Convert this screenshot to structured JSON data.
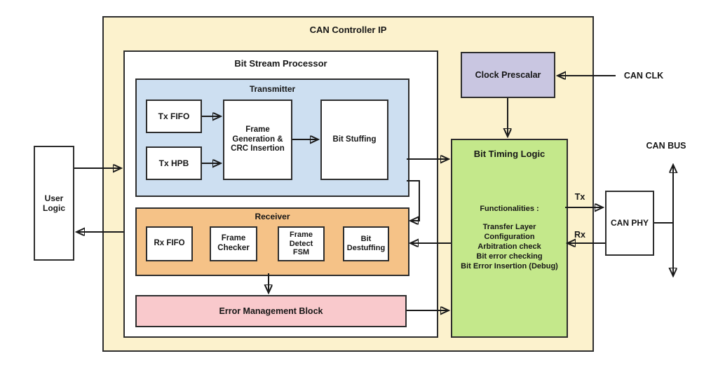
{
  "title": "CAN Controller IP",
  "bit_stream_processor": {
    "title": "Bit Stream Processor",
    "transmitter": {
      "title": "Transmitter",
      "tx_fifo": "Tx FIFO",
      "tx_hpb": "Tx HPB",
      "frame_generation": "Frame Generation & CRC Insertion",
      "bit_stuffing": "Bit Stuffing"
    },
    "receiver": {
      "title": "Receiver",
      "rx_fifo": "Rx FIFO",
      "frame_checker": "Frame Checker",
      "frame_detect_fsm": "Frame Detect FSM",
      "bit_destuffing": "Bit Destuffing"
    },
    "error_management_block": "Error Management Block"
  },
  "bit_timing_logic": {
    "title": "Bit Timing Logic",
    "functionalities_heading": "Functionalities :",
    "functionalities": [
      "Transfer Layer",
      "Configuration",
      "Arbitration check",
      "Bit error checking",
      "Bit Error Insertion (Debug)"
    ]
  },
  "clock_prescalar": "Clock Prescalar",
  "user_logic": "User Logic",
  "can_phy": "CAN PHY",
  "signal_labels": {
    "can_clk": "CAN CLK",
    "can_bus": "CAN BUS",
    "tx": "Tx",
    "rx": "Rx"
  },
  "colors": {
    "controller_background": "#fcf2cd",
    "transmitter_background": "#cddff1",
    "receiver_background": "#f5c287",
    "error_block_background": "#f9c9cc",
    "bit_timing_background": "#c4e88b",
    "prescalar_background": "#c9c6e1",
    "line_color": "#1a1a1a"
  }
}
